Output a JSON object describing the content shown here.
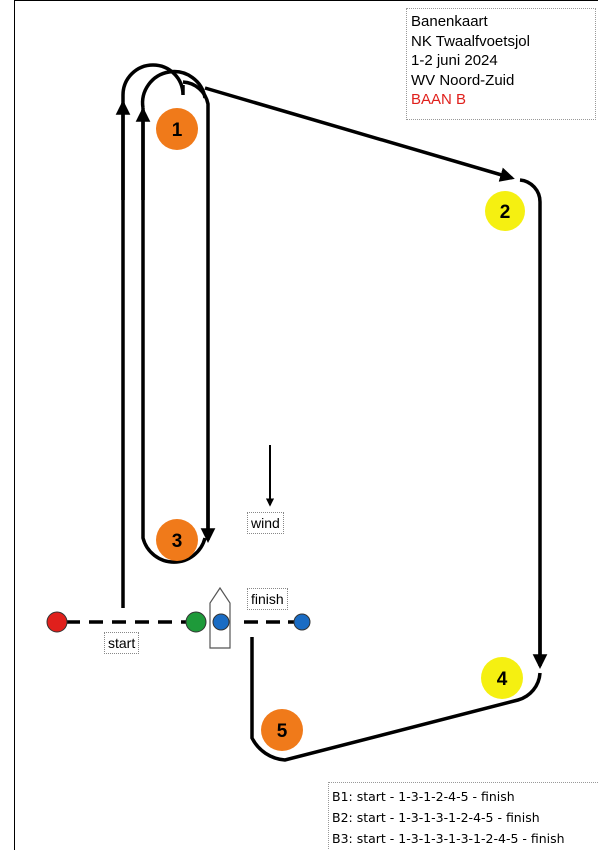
{
  "info": {
    "lines": [
      "Banenkaart",
      "NK Twaalfvoetsjol",
      "1-2 juni 2024",
      "WV Noord-Zuid"
    ],
    "course": "BAAN B",
    "course_color": "#e0201c"
  },
  "labels": {
    "wind": "wind",
    "finish": "finish",
    "start": "start"
  },
  "marks": [
    {
      "label": "1",
      "color": "#f07a1a"
    },
    {
      "label": "2",
      "color": "#f5f011"
    },
    {
      "label": "3",
      "color": "#f07a1a"
    },
    {
      "label": "4",
      "color": "#f5f011"
    },
    {
      "label": "5",
      "color": "#f07a1a"
    }
  ],
  "buoys": {
    "start_pin": "#e0201c",
    "start_boat": "#1e9a3a",
    "finish": "#1a6cc4"
  },
  "routes": [
    "B1: start - 1-3-1-2-4-5 - finish",
    "B2: start - 1-3-1-3-1-2-4-5 - finish",
    "B3: start - 1-3-1-3-1-3-1-2-4-5 - finish"
  ]
}
